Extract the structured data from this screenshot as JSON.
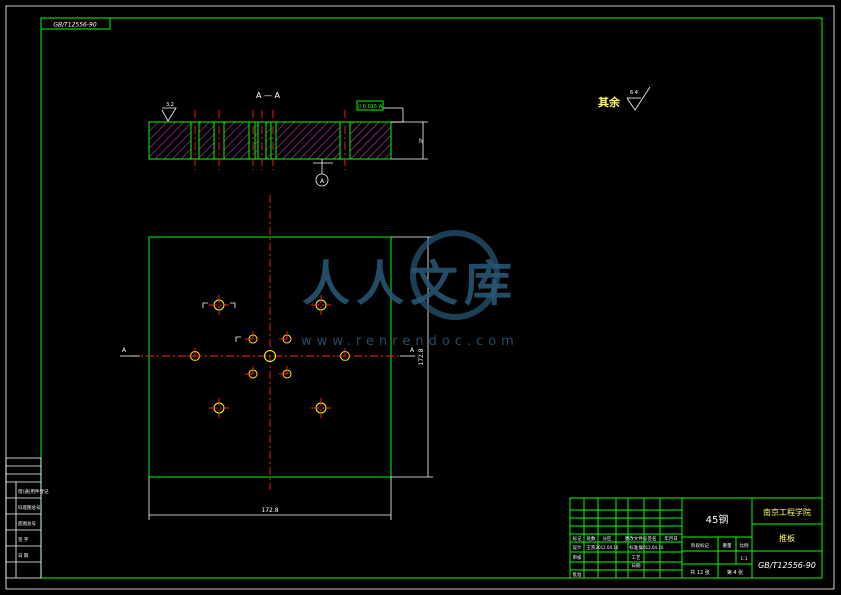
{
  "drawing": {
    "corner_code": "GB/T12556-90",
    "section_label": "A — A",
    "roughness_value": "3.2",
    "remaining_label": "其余",
    "remaining_roughness": "6.4",
    "datum_label": "A",
    "tolerance_frame": "// 0.015 A",
    "section_arrow_left": "A",
    "section_arrow_right": "A",
    "thickness_dim": "h",
    "width_dim": "172.8",
    "height_dim": "172.8"
  },
  "watermark": {
    "main": "人人文库",
    "url": "www.renrendoc.com"
  },
  "left_strip": {
    "cells": [
      "借(通)用件登记",
      "旧底图总号",
      "底图总号",
      "签 字",
      "日 期"
    ]
  },
  "title_block": {
    "material": "45钢",
    "school": "南京工程学院",
    "part_name": "推板",
    "drawing_number": "GB/T12556-90",
    "scale_label": "比例",
    "scale_value": "1:1",
    "weight_label": "重量",
    "stage_label": "阶段标记",
    "sheets_total": "共 12 张",
    "sheet_no": "第 4 张",
    "header_cells": [
      "标记",
      "处数",
      "分区",
      "更改文件号",
      "签名",
      "年月日"
    ],
    "row_designer": [
      "设计",
      "王凯",
      "2012.04.10",
      "标准化"
    ],
    "row_check": [
      "审核",
      "",
      "",
      "工艺"
    ],
    "row_approve": [
      "批准",
      "",
      "",
      "日期"
    ],
    "std_date": "2012.04.10"
  }
}
